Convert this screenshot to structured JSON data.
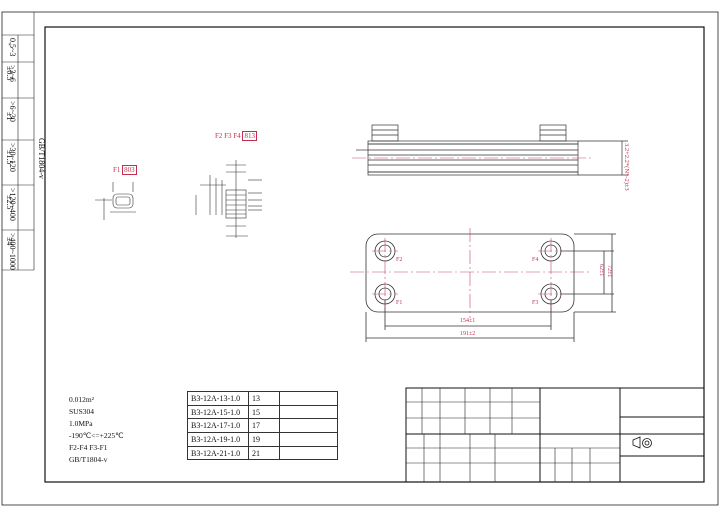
{
  "tolerance_table": {
    "row_labels": [
      "-",
      "±0.5",
      "±1",
      "±1.5",
      "±2.5",
      "±4"
    ],
    "range_labels": [
      "0.5~3",
      ">3~6",
      ">6~30",
      ">30~120",
      ">120~400",
      ">400~1000"
    ],
    "standard": "GB/T1804-v"
  },
  "views": {
    "detail_header_f1": "F1",
    "detail_header_f1_box": "803",
    "detail_header_group": "F2  F3  F4",
    "detail_header_group_box": "813",
    "top_dim_label": "3.2+2.2*(N*-2)±3",
    "port_labels": [
      "F2",
      "F4",
      "F1",
      "F3"
    ],
    "dim_port_spacing_h": "154±1",
    "dim_overall_h": "191±2",
    "dim_port_spacing_v": "62±1",
    "dim_overall_v": "72±1"
  },
  "specs": {
    "lines": [
      "0.012m²",
      "SUS304",
      "1.0MPa",
      "-190℃<=+225℃",
      "F2-F4 F3-F1",
      "GB/T1804-v"
    ]
  },
  "models": [
    {
      "model": "B3-12A-13-1.0",
      "plates": "13"
    },
    {
      "model": "B3-12A-15-1.0",
      "plates": "15"
    },
    {
      "model": "B3-12A-17-1.0",
      "plates": "17"
    },
    {
      "model": "B3-12A-19-1.0",
      "plates": "19"
    },
    {
      "model": "B3-12A-21-1.0",
      "plates": "21"
    }
  ],
  "title_block": {
    "projection_symbol": "projection-icon"
  }
}
